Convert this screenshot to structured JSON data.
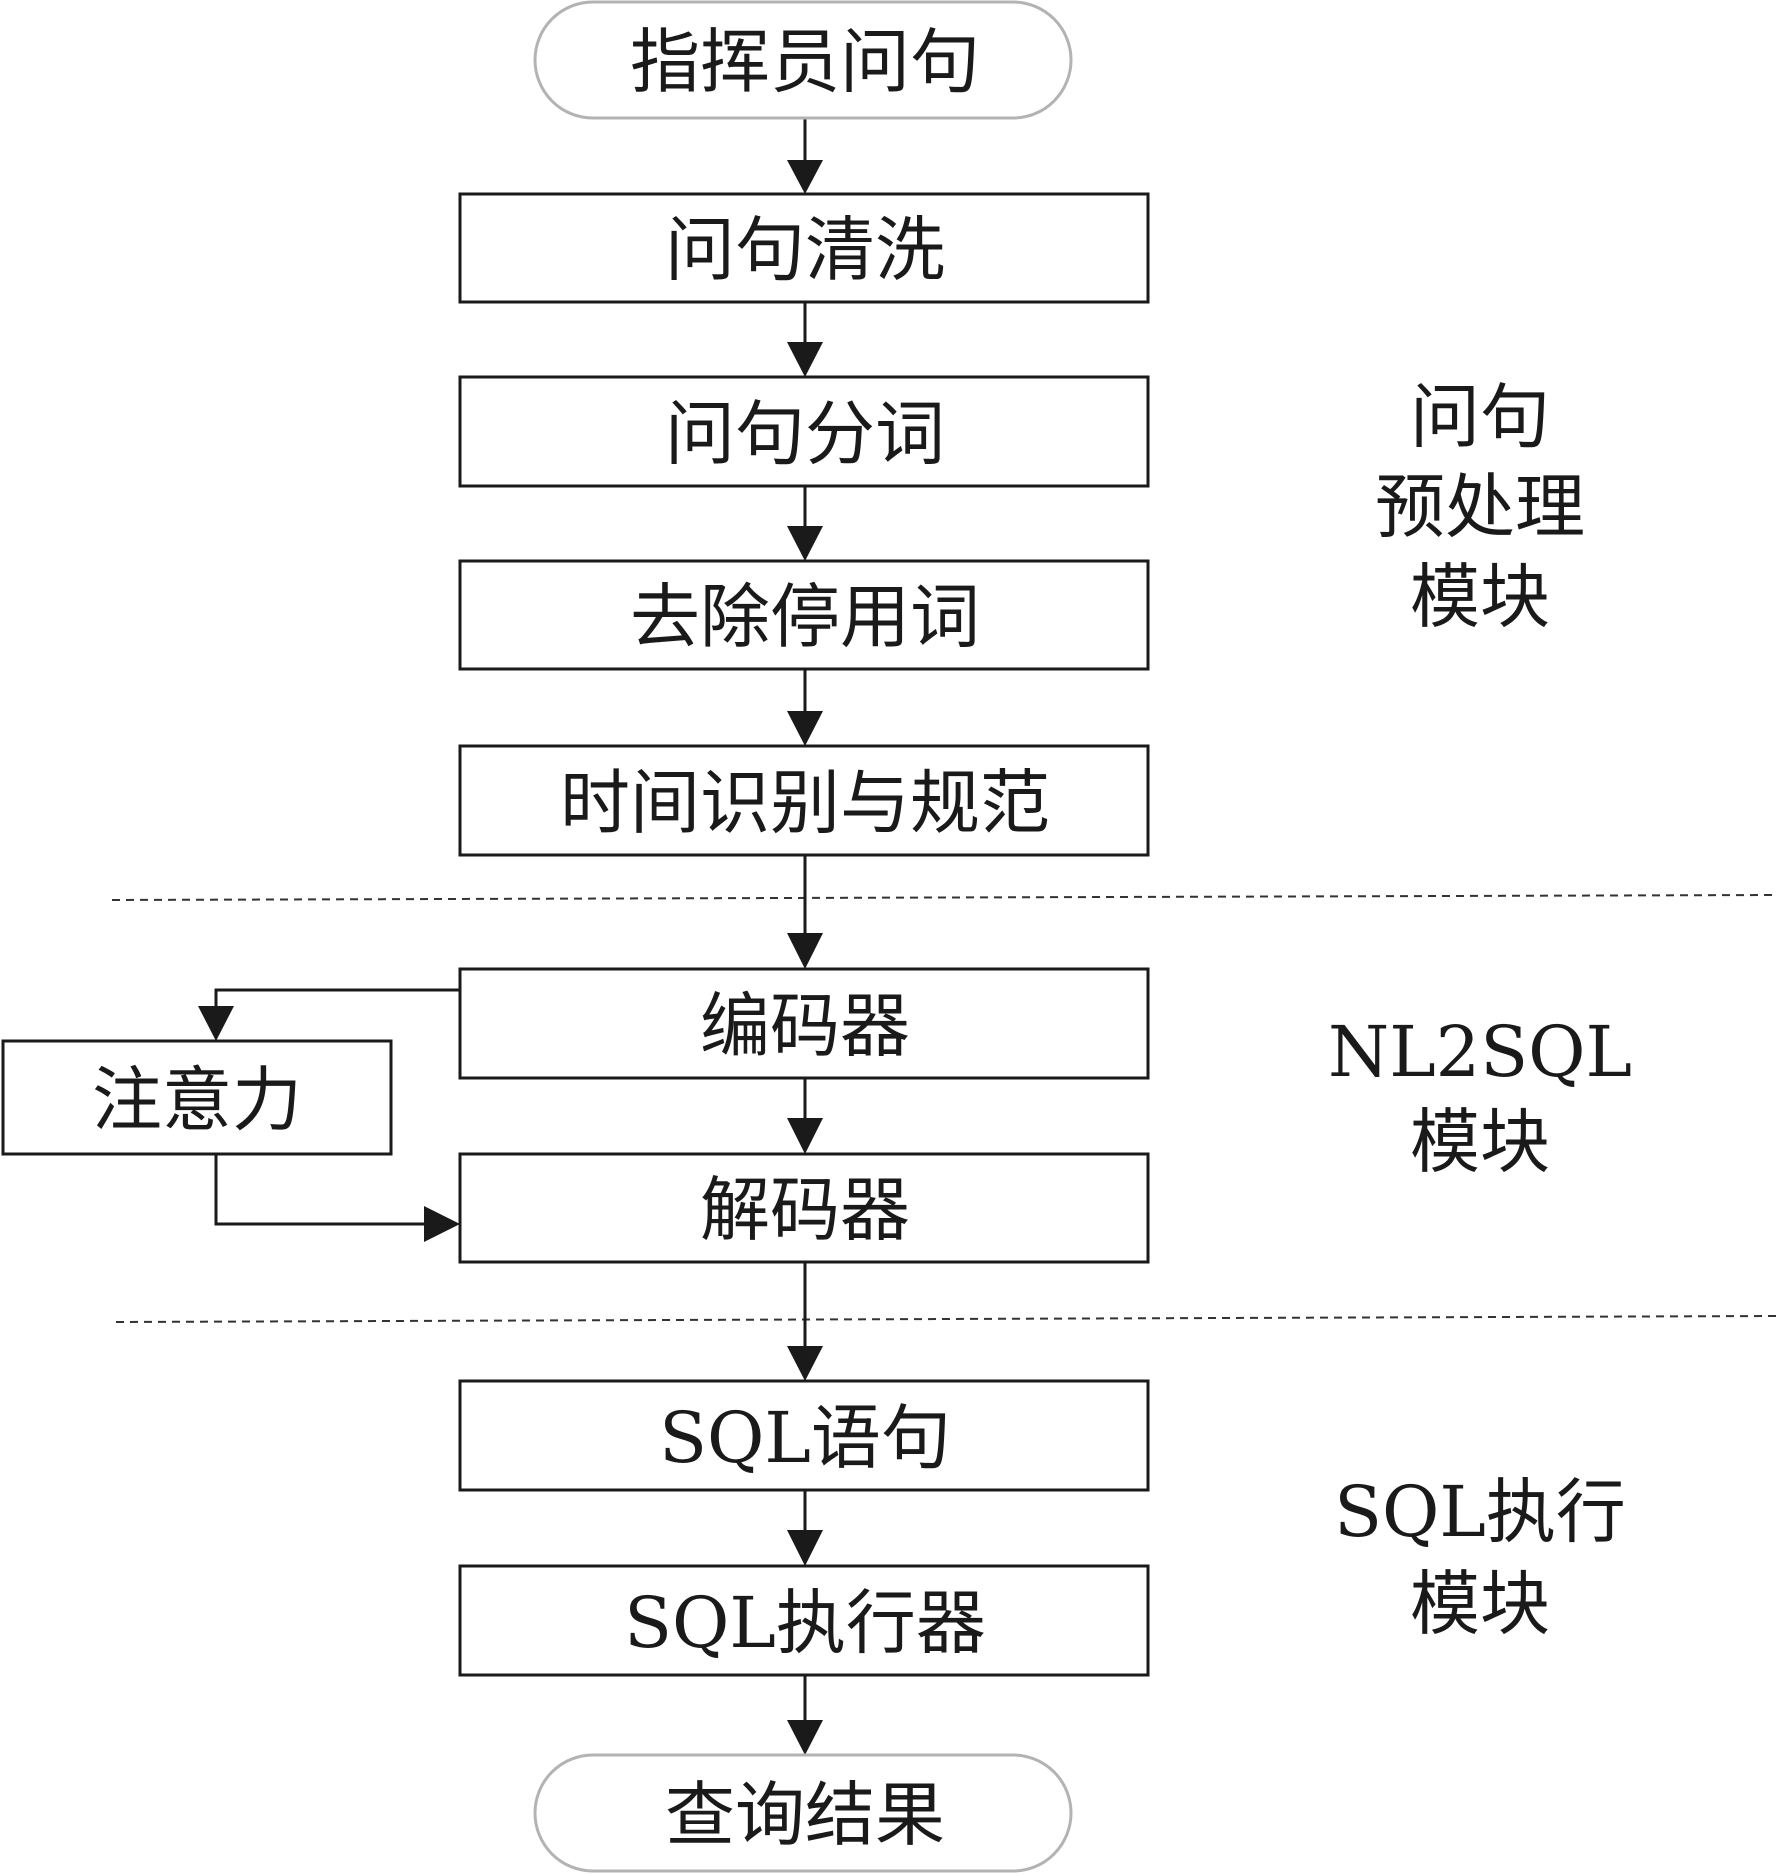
{
  "flow": {
    "start": "指挥员问句",
    "clean": "问句清洗",
    "segment": "问句分词",
    "stopwords": "去除停用词",
    "time_norm": "时间识别与规范",
    "encoder": "编码器",
    "attention": "注意力",
    "decoder": "解码器",
    "sql_statement": "SQL语句",
    "sql_executor": "SQL执行器",
    "end": "查询结果"
  },
  "modules": {
    "preprocess": [
      "问句",
      "预处理",
      "模块"
    ],
    "nl2sql": [
      "NL2SQL",
      "模块"
    ],
    "sql_exec": [
      "SQL执行",
      "模块"
    ]
  }
}
